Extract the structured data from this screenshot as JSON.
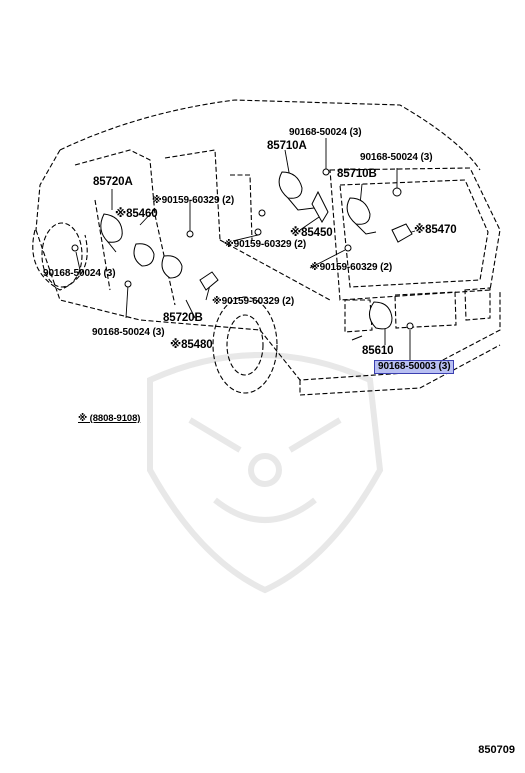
{
  "diagram": {
    "labels": {
      "p_90168_50024_top": "90168-50024 (3)",
      "p_85710A": "85710A",
      "p_90168_50024_right": "90168-50024 (3)",
      "p_85710B": "85710B",
      "p_85720A": "85720A",
      "p_85460": "※85460",
      "p_90159_60329_a": "※90159-60329 (2)",
      "p_85450": "※85450",
      "p_85470": "※85470",
      "p_90159_60329_b": "※90159-60329 (2)",
      "p_90168_50024_left": "90168-50024 (3)",
      "p_90159_60329_c": "※90159-60329 (2)",
      "p_90159_60329_d": "※90159-60329 (2)",
      "p_85720B": "85720B",
      "p_90168_50024_bottom": "90168-50024 (3)",
      "p_85480": "※85480",
      "p_85610": "85610",
      "p_90168_50003": "90168-50003 (3)"
    },
    "highlighted_part": "90168-50003 (3)",
    "note": "※ (8808-9108)",
    "diagram_number": "850709"
  },
  "colors": {
    "line": "#000000",
    "highlight_fill": "#b8bff2",
    "highlight_border": "#3a3fb0",
    "watermark": "#e6e6e6"
  }
}
